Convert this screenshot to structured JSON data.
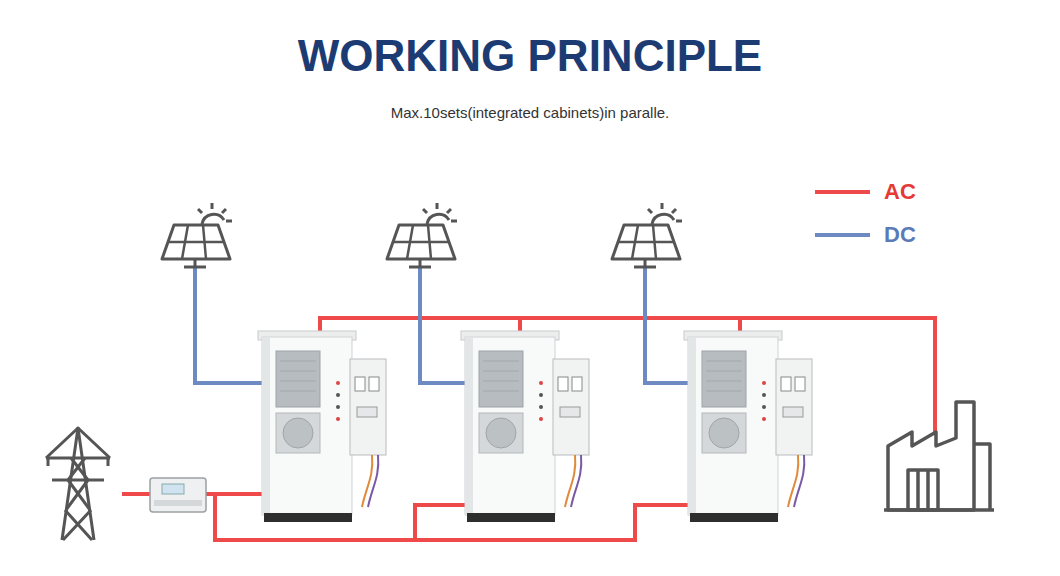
{
  "diagram": {
    "title": "WORKING PRINCIPLE",
    "caption": "Max.10sets(integrated cabinets)in paralle.",
    "legend": [
      {
        "text": "AC"
      },
      {
        "text": "DC"
      }
    ]
  }
}
